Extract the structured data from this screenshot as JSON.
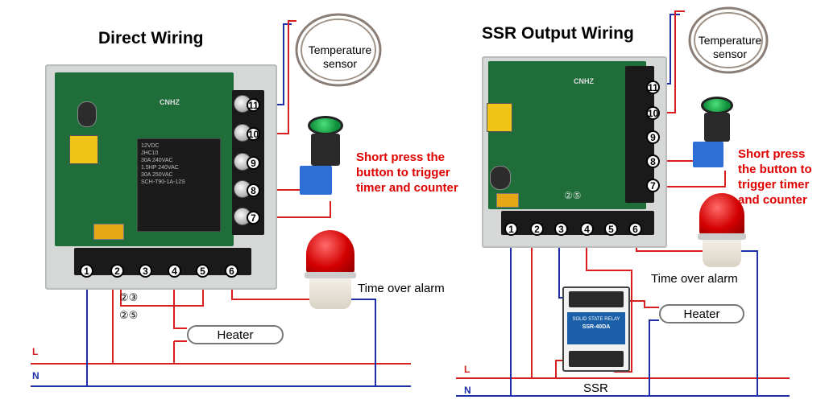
{
  "left": {
    "title": "Direct Wiring",
    "sensor_label_line1": "Temperature",
    "sensor_label_line2": "sensor",
    "button_note_line1": "Short press the",
    "button_note_line2": "button to trigger",
    "button_note_line3": "timer and counter",
    "alarm_label": "Time over alarm",
    "heater_label": "Heater",
    "bridge_23": "②③",
    "bridge_25": "②⑤",
    "line_L": "L",
    "line_N": "N",
    "bottom_terminals": [
      "1",
      "2",
      "3",
      "4",
      "5",
      "6"
    ],
    "side_terminals": [
      "11",
      "10",
      "9",
      "8",
      "7"
    ],
    "relay_text": [
      "12VDC",
      "JHC10",
      "30A 240VAC",
      "1.5HP 240VAC",
      "30A 250VAC",
      "SCH-T90-1A-12S"
    ],
    "board_brand": "CNHZ"
  },
  "right": {
    "title": "SSR Output Wiring",
    "sensor_label_line1": "Temperature",
    "sensor_label_line2": "sensor",
    "button_note_line1": "Short press",
    "button_note_line2": "the button to",
    "button_note_line3": "trigger timer",
    "button_note_line4": "and counter",
    "alarm_label": "Time over alarm",
    "heater_label": "Heater",
    "ssr_label": "SSR",
    "ssr_name": "SOLID STATE RELAY",
    "ssr_model": "SSR-40DA",
    "bridge_25": "②⑤",
    "line_L": "L",
    "line_N": "N",
    "bottom_terminals": [
      "1",
      "2",
      "3",
      "4",
      "5",
      "6"
    ],
    "side_terminals": [
      "11",
      "10",
      "9",
      "8",
      "7"
    ],
    "board_brand": "CNHZ"
  },
  "colors": {
    "live_wire": "#d81e1e",
    "neutral_wire": "#1f2fa8",
    "annotation_red": "#e00000"
  }
}
